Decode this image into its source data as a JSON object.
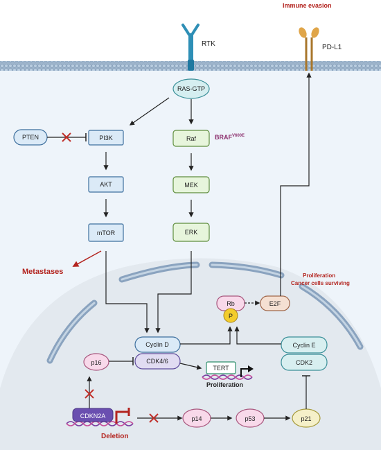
{
  "title_annotation": "Immune evasion",
  "receptors": {
    "rtk": "RTK",
    "pdl1": "PD-L1"
  },
  "nodes": {
    "ras": "RAS-GTP",
    "pten": "PTEN",
    "pi3k": "PI3K",
    "akt": "AKT",
    "mtor": "mTOR",
    "raf": "Raf",
    "braf_base": "BRAF",
    "braf_sup": "V600E",
    "mek": "MEK",
    "erk": "ERK",
    "rb": "Rb",
    "p": "P",
    "e2f": "E2F",
    "cyclin_d": "Cyclin D",
    "cdk46": "CDK4/6",
    "cyclin_e": "Cyclin E",
    "cdk2": "CDK2",
    "p16": "p16",
    "tert": "TERT",
    "cdkn2a": "CDKN2A",
    "p14": "p14",
    "p53": "p53",
    "p21": "p21"
  },
  "annotations": {
    "metastases": "Metastases",
    "proliferation_line1": "Proliferation",
    "proliferation_line2": "Cancer cells surviving",
    "tert_proliferation": "Proliferation",
    "deletion": "Deletion"
  },
  "colors": {
    "membrane": "#9db4cb",
    "cytoplasm": "#eef4fa",
    "nucleus": "#e3e9ef",
    "nuclear_envelope": "#8aa3bf",
    "blue_box": "#dbeaf7",
    "green_box": "#e7f5dc",
    "accent_red": "#b3241f",
    "pink": "#f8d9ea",
    "purple": "#6a4fb0"
  }
}
